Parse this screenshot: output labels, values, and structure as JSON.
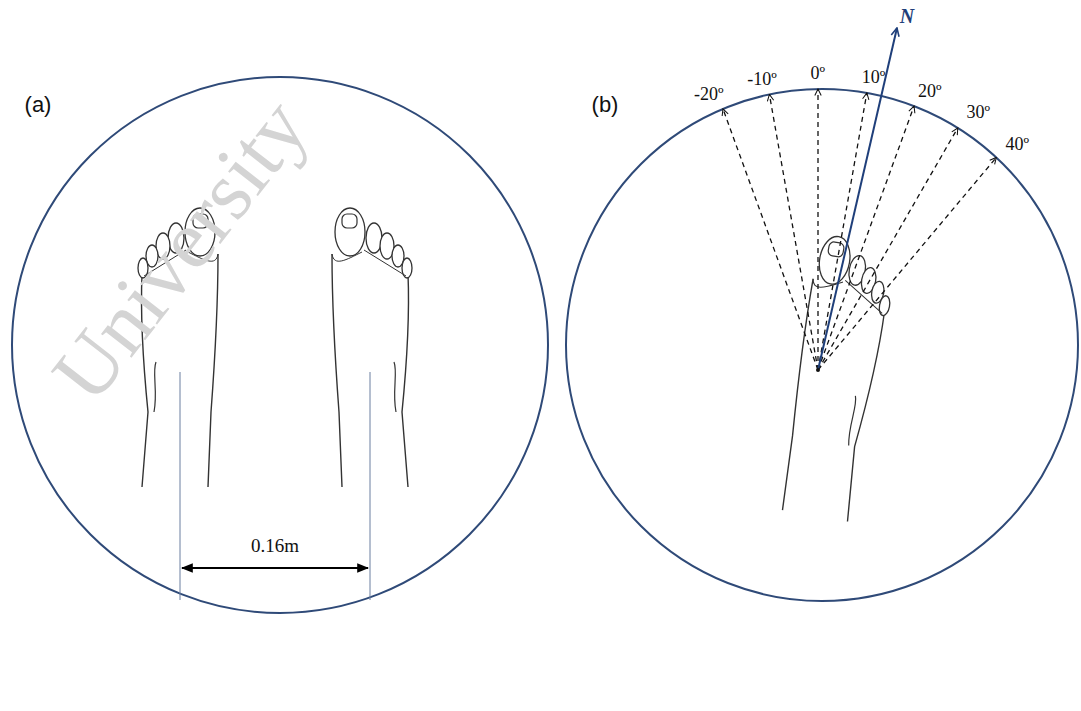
{
  "diagram": {
    "labels": [
      "(a)",
      "(b)",
      "0.16m",
      "-20º",
      "-10º",
      "0º",
      "10º",
      "20º",
      "30º",
      "40º",
      "N",
      "University"
    ]
  }
}
